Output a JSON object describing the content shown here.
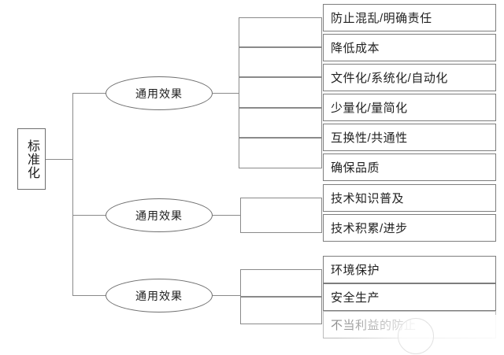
{
  "diagram": {
    "root": {
      "label": "标准化"
    },
    "branches": [
      {
        "node_label": "通用效果",
        "leaves": [
          "防止混乱/明确责任",
          "降低成本",
          "文件化/系统化/自动化",
          "少量化/量简化",
          "互换性/共通性",
          "确保品质"
        ]
      },
      {
        "node_label": "通用效果",
        "leaves": [
          "技术知识普及",
          "技术积累/进步"
        ]
      },
      {
        "node_label": "通用效果",
        "leaves": [
          "环境保护",
          "安全生产",
          "不当利益的防止"
        ]
      }
    ]
  },
  "style": {
    "background": "#ffffff",
    "line_color": "#8a8a8a",
    "box_border": "#7d7d7d",
    "text_color": "#1f1f1f",
    "faded_text_color": "#909090"
  }
}
